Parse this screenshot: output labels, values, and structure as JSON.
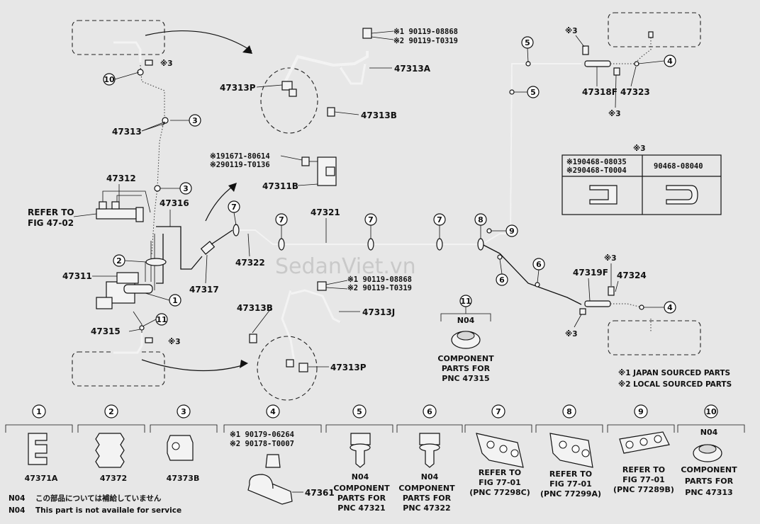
{
  "watermark": "SedanViet.vn",
  "parts": {
    "p47313": "47313",
    "p47312": "47312",
    "p47316": "47316",
    "p47311": "47311",
    "p47315": "47315",
    "p47313A": "47313A",
    "p47313P_top": "47313P",
    "p47313B_top": "47313B",
    "p47311B": "47311B",
    "p47317": "47317",
    "p47322": "47322",
    "p47321": "47321",
    "p47313B_bot": "47313B",
    "p47313J": "47313J",
    "p47313P_bot": "47313P",
    "p47318F": "47318F",
    "p47323": "47323",
    "p47319F": "47319F",
    "p47324": "47324"
  },
  "refer_fig": [
    "REFER TO",
    "FIG 47-02"
  ],
  "codes": {
    "top_1": "※1 90119-08868",
    "top_2": "※2 90119-T0319",
    "mid_1": "※191671-80614",
    "mid_2": "※290119-T0136",
    "bot_1": "※1 90119-08868",
    "bot_2": "※2 90119-T0319"
  },
  "ref3": "※3",
  "circle_labels": [
    "1",
    "2",
    "3",
    "4",
    "5",
    "6",
    "7",
    "8",
    "9",
    "10",
    "11"
  ],
  "table": {
    "header_mark": "※3",
    "col1_line1": "※190468-08035",
    "col1_line2": "※290468-T0004",
    "col2": "90468-08040"
  },
  "center_note": {
    "num": "11",
    "code": "N04",
    "lines": [
      "COMPONENT",
      "PARTS FOR",
      "PNC 47315"
    ]
  },
  "footnotes": {
    "japan": "※1 JAPAN SOURCED PARTS",
    "local": "※2 LOCAL SOURCED PARTS"
  },
  "legend": [
    {
      "num": "1",
      "label": "47371A"
    },
    {
      "num": "2",
      "label": "47372"
    },
    {
      "num": "3",
      "label": "47373B"
    },
    {
      "num": "4",
      "code1": "※1 90179-06264",
      "code2": "※2 90178-T0007",
      "label": "47361"
    },
    {
      "num": "5",
      "code": "N04",
      "lines": [
        "COMPONENT",
        "PARTS FOR",
        "PNC 47321"
      ]
    },
    {
      "num": "6",
      "code": "N04",
      "lines": [
        "COMPONENT",
        "PARTS FOR",
        "PNC 47322"
      ]
    },
    {
      "num": "7",
      "lines": [
        "REFER TO",
        "FIG 77-01",
        "(PNC 77298C)"
      ]
    },
    {
      "num": "8",
      "lines": [
        "REFER TO",
        "FIG 77-01",
        "(PNC 77299A)"
      ]
    },
    {
      "num": "9",
      "lines": [
        "REFER TO",
        "FIG 77-01",
        "(PNC 77289B)"
      ]
    },
    {
      "num": "10",
      "code": "N04",
      "lines": [
        "COMPONENT",
        "PARTS FOR",
        "PNC 47313"
      ]
    }
  ],
  "bottom_notes": [
    {
      "code": "N04",
      "text": "この部品については補給していません"
    },
    {
      "code": "N04",
      "text": "This part is not availale for service"
    }
  ]
}
